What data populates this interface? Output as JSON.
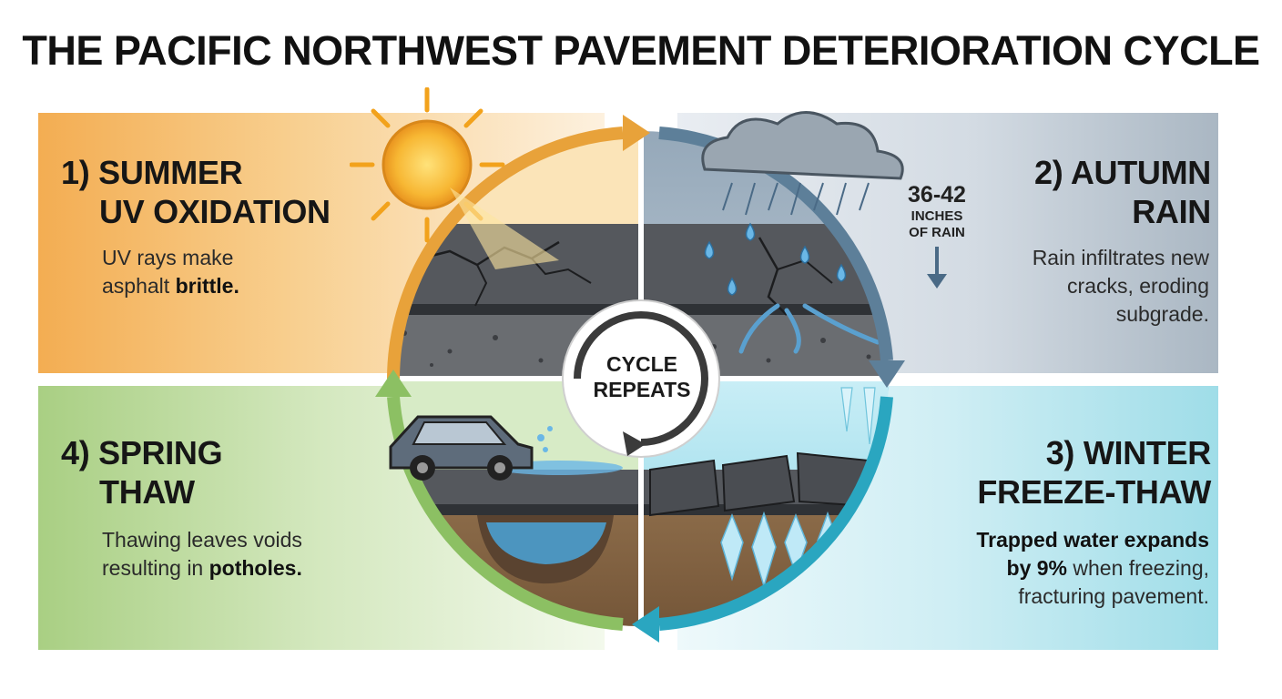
{
  "title": "THE PACIFIC NORTHWEST PAVEMENT DETERIORATION CYCLE",
  "stages": {
    "summer": {
      "heading_line1": "1) SUMMER",
      "heading_line2": "UV OXIDATION",
      "desc_line1": "UV rays make",
      "desc_line2_pre": "asphalt ",
      "desc_line2_bold": "brittle."
    },
    "autumn": {
      "heading_line1": "2) AUTUMN",
      "heading_line2": "RAIN",
      "desc_line1": "Rain infiltrates new",
      "desc_line2": "cracks, eroding",
      "desc_line3": "subgrade.",
      "stat_value": "36-42",
      "stat_label_line1": "INCHES",
      "stat_label_line2": "OF RAIN"
    },
    "winter": {
      "heading_line1": "3) WINTER",
      "heading_line2": "FREEZE-THAW",
      "desc_line1": "Trapped water expands",
      "desc_line2_bold": "by 9%",
      "desc_line2_post": " when freezing,",
      "desc_line3": "fracturing pavement."
    },
    "spring": {
      "heading_line1": "4) SPRING",
      "heading_line2": "THAW",
      "desc_line1": "Thawing leaves voids",
      "desc_line2_pre": "resulting in ",
      "desc_line2_bold": "potholes."
    }
  },
  "center": {
    "line1": "CYCLE",
    "line2": "REPEATS"
  },
  "colors": {
    "summer_accent": "#e8a23a",
    "autumn_accent": "#5d7f99",
    "winter_accent": "#2aa6c0",
    "spring_accent": "#8cc063",
    "asphalt": "#4a4d52",
    "soil": "#7a5a3c",
    "water": "#4aa3d8"
  },
  "icons": [
    "sun-icon",
    "cloud-icon",
    "raindrop-icon",
    "icicle-icon",
    "ice-crystal-icon",
    "car-icon",
    "cycle-arrow-icon",
    "down-arrow-icon"
  ]
}
